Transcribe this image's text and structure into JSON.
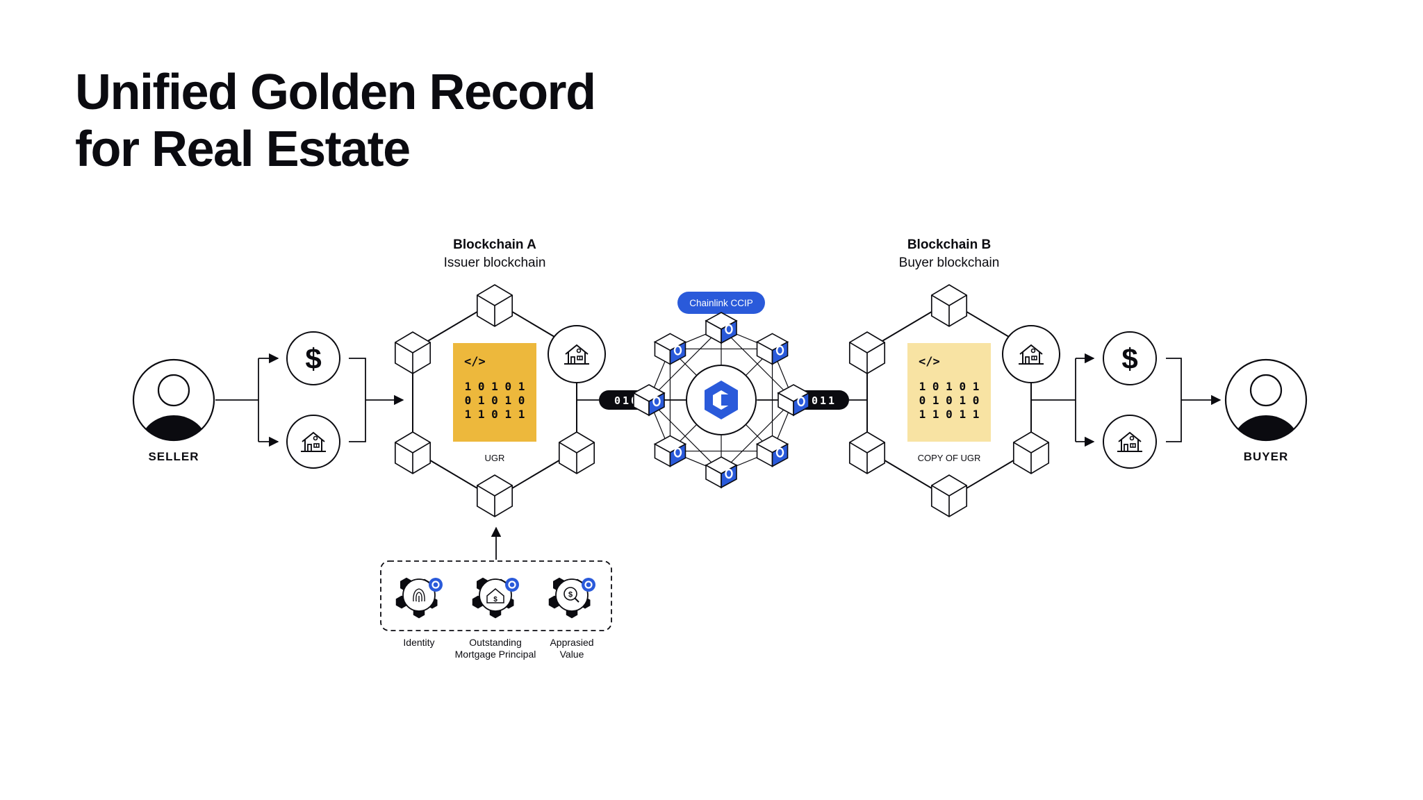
{
  "title": {
    "line1": "Unified Golden Record",
    "line2": "for Real Estate"
  },
  "actors": {
    "seller": "SELLER",
    "buyer": "BUYER"
  },
  "blockchain_a": {
    "name": "Blockchain A",
    "role": "Issuer blockchain",
    "record_label": "UGR",
    "code_tag": "</>",
    "bits": [
      "1 0 1 0 1",
      "0 1 0 1 0",
      "1 1 0 1 1"
    ]
  },
  "blockchain_b": {
    "name": "Blockchain B",
    "role": "Buyer blockchain",
    "record_label": "COPY OF UGR",
    "code_tag": "</>",
    "bits": [
      "1 0 1 0 1",
      "0 1 0 1 0",
      "1 1 0 1 1"
    ]
  },
  "ccip": {
    "badge": "Chainlink CCIP",
    "packet_out": "0101",
    "packet_in": "1011"
  },
  "assets": {
    "dollar_symbol": "$"
  },
  "data_sources": [
    {
      "line1": "Identity",
      "line2": ""
    },
    {
      "line1": "Outstanding",
      "line2": "Mortgage Principal"
    },
    {
      "line1": "Apprasied",
      "line2": "Value"
    }
  ],
  "colors": {
    "ink": "#0b0b10",
    "chainlink_blue": "#2a5ada",
    "ugr_gold": "#edb83c",
    "copy_gold": "#f8e3a3"
  },
  "icons": [
    "person-icon",
    "dollar-icon",
    "house-icon",
    "code-icon",
    "chainlink-logo-icon",
    "fingerprint-icon",
    "house-dollar-icon",
    "magnifier-dollar-icon"
  ]
}
